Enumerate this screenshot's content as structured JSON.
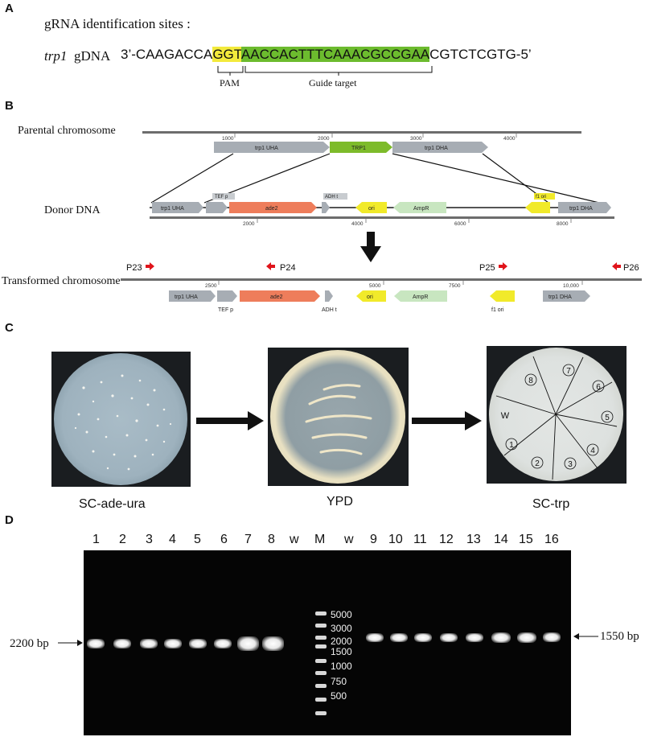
{
  "panelA": {
    "letter": "A",
    "heading": "gRNA identification sites :",
    "gene": "trp1",
    "gdna_label": "gDNA",
    "seq_prefix": "3’-CAAGACCA",
    "pam_seq": "GGT",
    "guide_seq": "AACCACTTTCAAACGCCGAA",
    "seq_suffix": "CGTCTCGTG-5’",
    "pam_label": "PAM",
    "guide_label": "Guide  target",
    "colors": {
      "pam": "#f3ea3c",
      "guide": "#6cbb2e"
    }
  },
  "panelB": {
    "letter": "B",
    "parental_label": "Parental chromosome",
    "donor_label": "Donor DNA",
    "transformed_label": "Transformed chromosome",
    "parental_ticks": [
      "1000",
      "2000",
      "3000",
      "4000"
    ],
    "parental_features": [
      "trp1 UHA",
      "TRP1",
      "trp1 DHA"
    ],
    "donor_ticks": [
      "2000",
      "4000",
      "6000",
      "8000"
    ],
    "donor_features": [
      "trp1 UHA",
      "TEF p",
      "ade2",
      "ADH t",
      "ori",
      "AmpR",
      "f1 ori",
      "trp1 DHA"
    ],
    "transformed_ticks": [
      "2500",
      "5000",
      "7500",
      "10,000"
    ],
    "transformed_features": [
      "trp1 UHA",
      "TEF p",
      "ade2",
      "ADH t",
      "ori",
      "AmpR",
      "f1 ori",
      "trp1 DHA"
    ],
    "primers": [
      "P23",
      "P24",
      "P25",
      "P26"
    ],
    "colors": {
      "homology": "#a7adb4",
      "trp1": "#7dbb2a",
      "ade2": "#ee7d5b",
      "ori": "#f1ea2a",
      "ampr": "#c8e6c0",
      "primer": "#e0141b"
    }
  },
  "panelC": {
    "letter": "C",
    "plates": [
      "SC-ade-ura",
      "YPD",
      "SC-trp"
    ],
    "sectors": [
      "8",
      "7",
      "6",
      "5",
      "4",
      "3",
      "2",
      "1"
    ],
    "wt_label": "W"
  },
  "panelD": {
    "letter": "D",
    "left_lanes": [
      "1",
      "2",
      "3",
      "4",
      "5",
      "6",
      "7",
      "8",
      "w"
    ],
    "marker_lane": "M",
    "right_lanes": [
      "w",
      "9",
      "10",
      "11",
      "12",
      "13",
      "14",
      "15",
      "16"
    ],
    "ladder": [
      "5000",
      "3000",
      "2000",
      "1500",
      "1000",
      "750",
      "500"
    ],
    "left_band_label": "2200 bp",
    "right_band_label": "1550 bp"
  }
}
